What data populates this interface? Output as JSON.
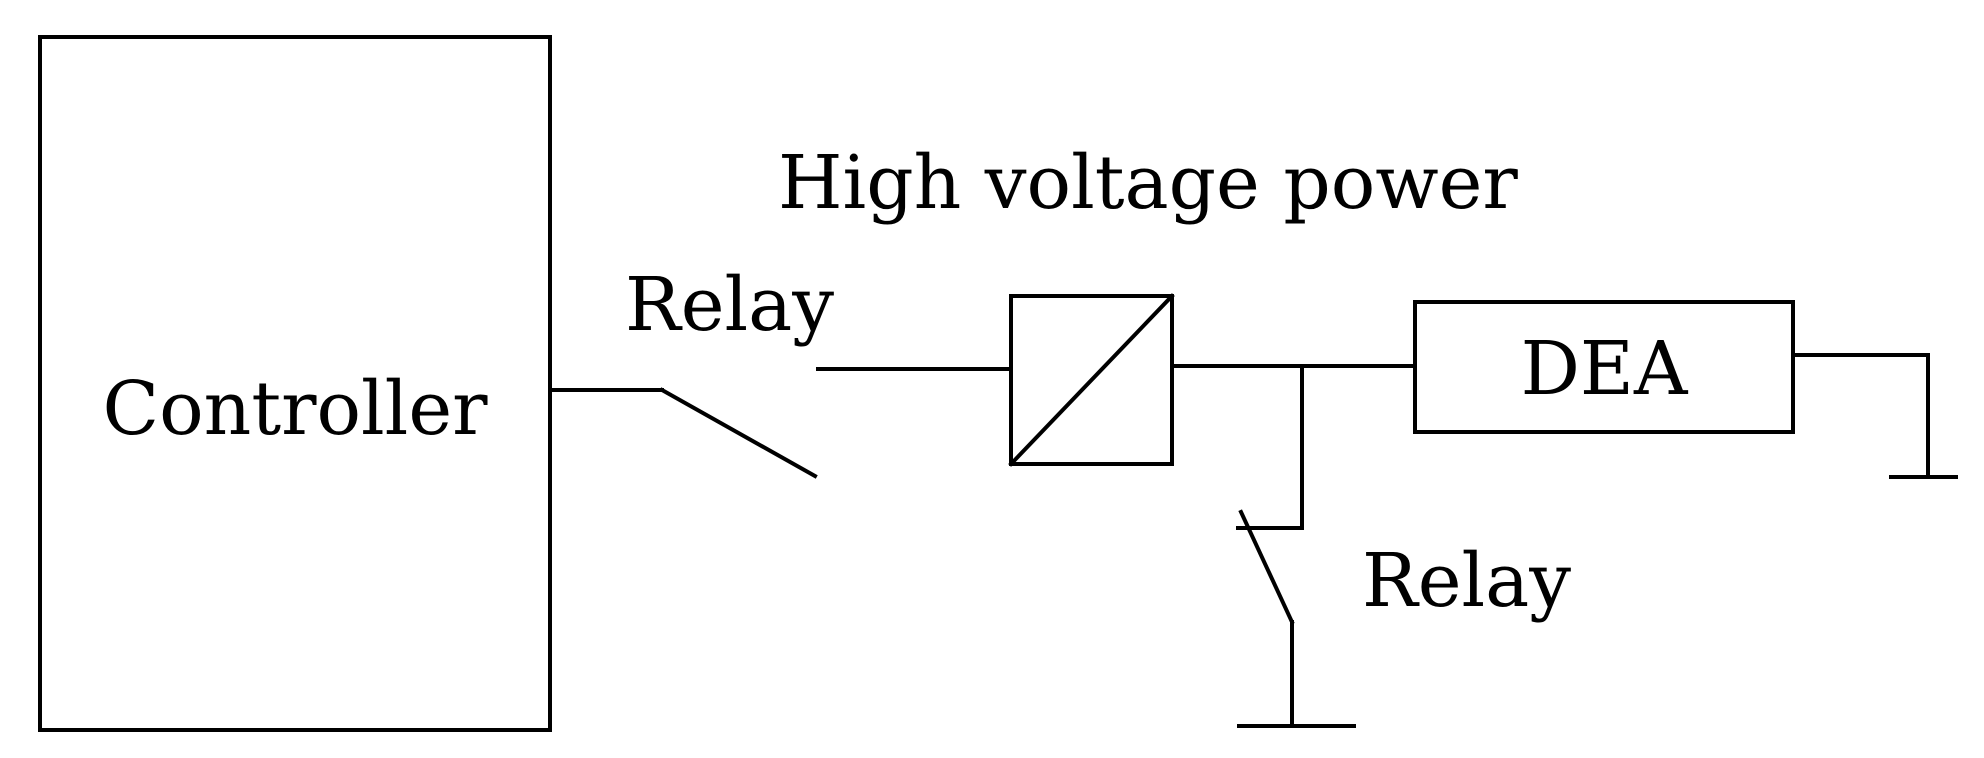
{
  "diagram": {
    "controller_label": "Controller",
    "power_label": "High voltage power",
    "relay_top_label": "Relay",
    "dea_label": "DEA",
    "relay_bottom_label": "Relay"
  }
}
